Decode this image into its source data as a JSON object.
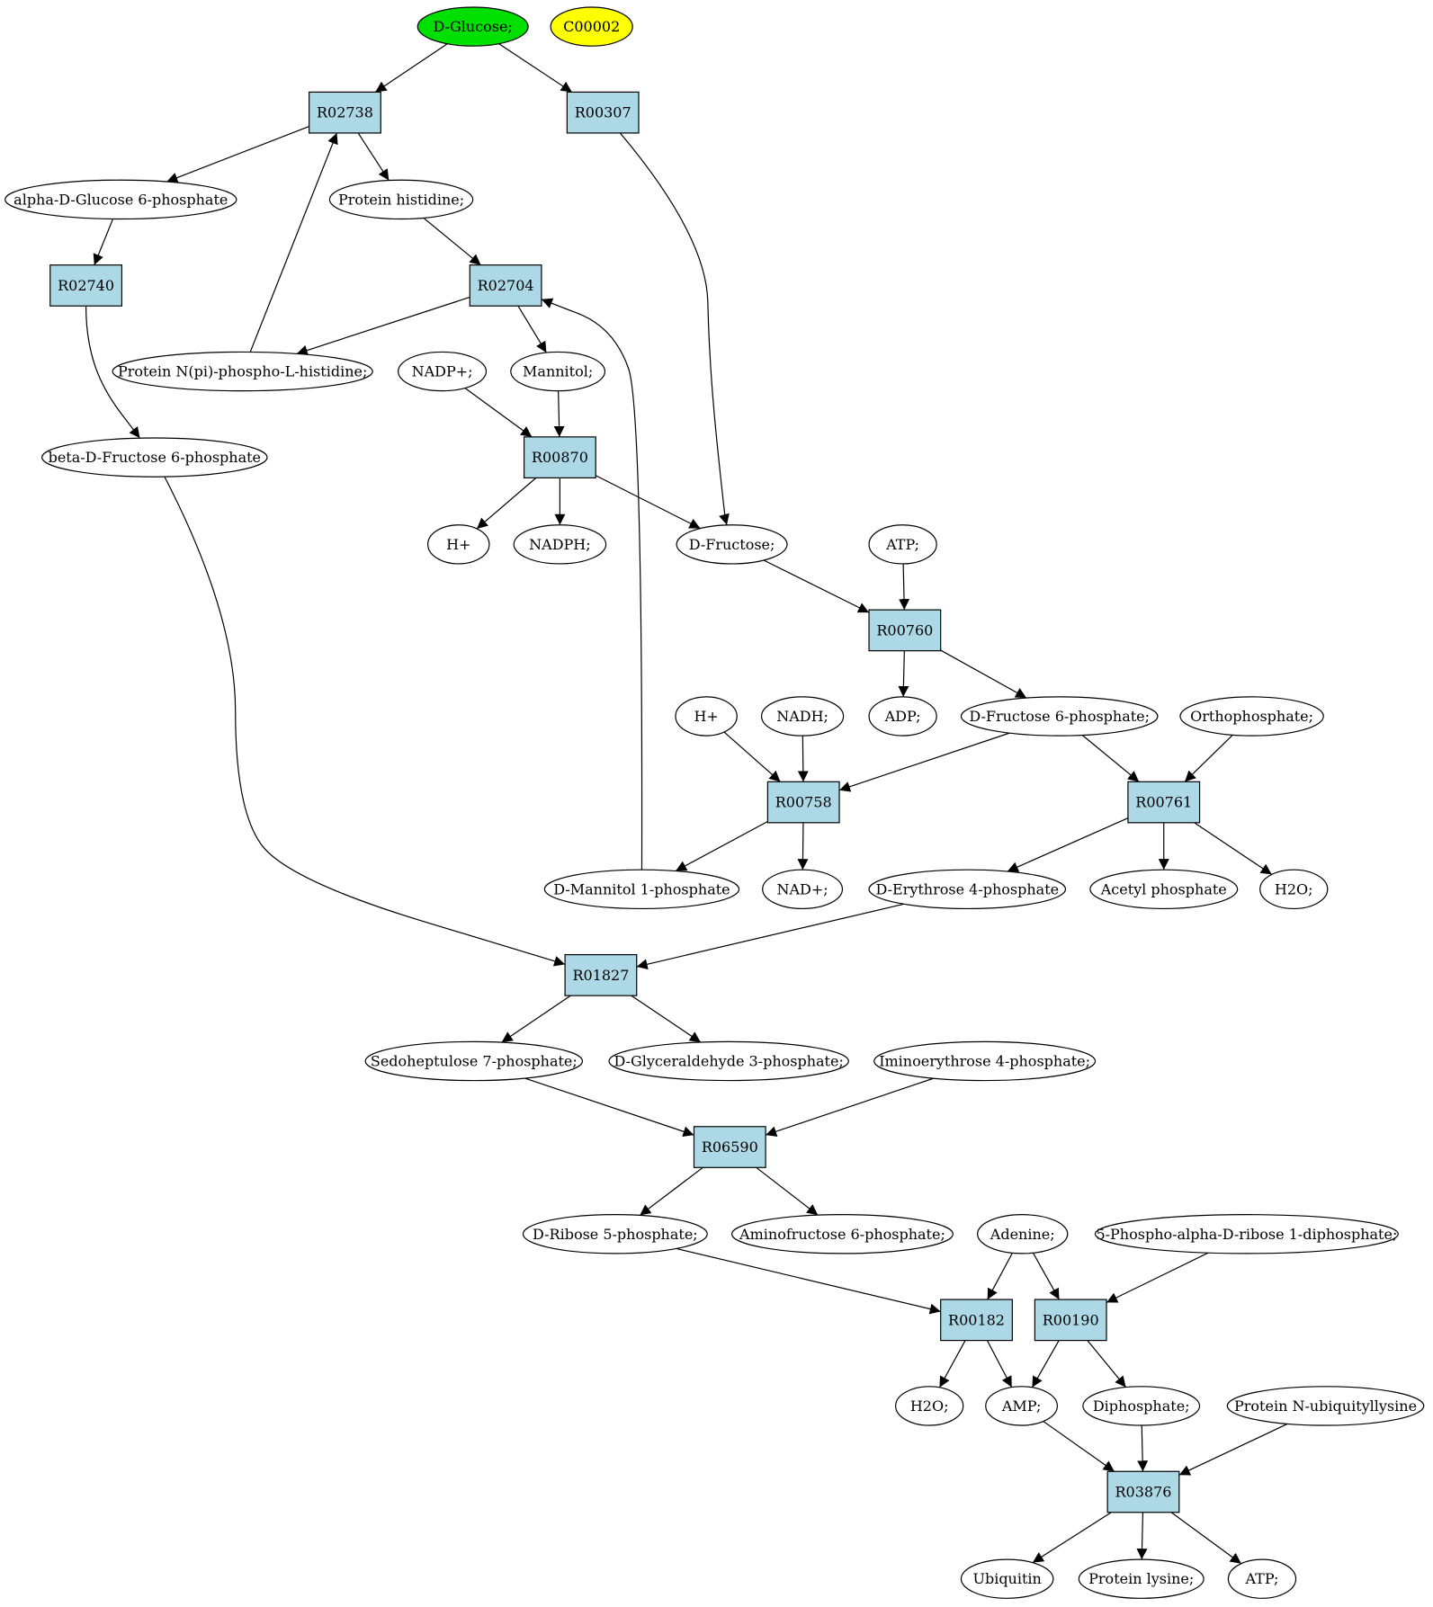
{
  "colors": {
    "background": "#ffffff",
    "reaction_fill": "#add8e6",
    "compound_fill": "#ffffff",
    "start_fill": "#00e000",
    "highlight_fill": "#ffff00",
    "stroke": "#000000"
  },
  "compounds": [
    {
      "id": "glc",
      "label": "D-Glucose;",
      "fill": "start"
    },
    {
      "id": "c2",
      "label": "C00002",
      "fill": "highlight"
    },
    {
      "id": "ag6p",
      "label": "alpha-D-Glucose 6-phosphate"
    },
    {
      "id": "phis",
      "label": "Protein histidine;"
    },
    {
      "id": "pnhis",
      "label": "Protein N(pi)-phospho-L-histidine;"
    },
    {
      "id": "nadp",
      "label": "NADP+;"
    },
    {
      "id": "mann",
      "label": "Mannitol;"
    },
    {
      "id": "bf6p",
      "label": "beta-D-Fructose 6-phosphate"
    },
    {
      "id": "h1",
      "label": "H+"
    },
    {
      "id": "nadph",
      "label": "NADPH;"
    },
    {
      "id": "fru",
      "label": "D-Fructose;"
    },
    {
      "id": "atp1",
      "label": "ATP;"
    },
    {
      "id": "h2",
      "label": "H+"
    },
    {
      "id": "nadh",
      "label": "NADH;"
    },
    {
      "id": "adp",
      "label": "ADP;"
    },
    {
      "id": "f6p",
      "label": "D-Fructose 6-phosphate;"
    },
    {
      "id": "pi",
      "label": "Orthophosphate;"
    },
    {
      "id": "m1p",
      "label": "D-Mannitol 1-phosphate"
    },
    {
      "id": "nad",
      "label": "NAD+;"
    },
    {
      "id": "e4p",
      "label": "D-Erythrose 4-phosphate"
    },
    {
      "id": "acp",
      "label": "Acetyl phosphate"
    },
    {
      "id": "h2o1",
      "label": "H2O;"
    },
    {
      "id": "s7p",
      "label": "Sedoheptulose 7-phosphate;"
    },
    {
      "id": "g3p",
      "label": "D-Glyceraldehyde 3-phosphate;"
    },
    {
      "id": "ie4p",
      "label": "Iminoerythrose 4-phosphate;"
    },
    {
      "id": "r5p",
      "label": "D-Ribose 5-phosphate;"
    },
    {
      "id": "af6p",
      "label": "Aminofructose 6-phosphate;"
    },
    {
      "id": "ade",
      "label": "Adenine;"
    },
    {
      "id": "prpp",
      "label": "5-Phospho-alpha-D-ribose 1-diphosphate;"
    },
    {
      "id": "h2o2",
      "label": "H2O;"
    },
    {
      "id": "amp",
      "label": "AMP;"
    },
    {
      "id": "ppi",
      "label": "Diphosphate;"
    },
    {
      "id": "pub",
      "label": "Protein N-ubiquityllysine"
    },
    {
      "id": "ub",
      "label": "Ubiquitin"
    },
    {
      "id": "plys",
      "label": "Protein lysine;"
    },
    {
      "id": "atp2",
      "label": "ATP;"
    }
  ],
  "reactions": [
    {
      "id": "R02738",
      "label": "R02738"
    },
    {
      "id": "R00307",
      "label": "R00307"
    },
    {
      "id": "R02740",
      "label": "R02740"
    },
    {
      "id": "R02704",
      "label": "R02704"
    },
    {
      "id": "R00870",
      "label": "R00870"
    },
    {
      "id": "R00760",
      "label": "R00760"
    },
    {
      "id": "R00758",
      "label": "R00758"
    },
    {
      "id": "R00761",
      "label": "R00761"
    },
    {
      "id": "R01827",
      "label": "R01827"
    },
    {
      "id": "R06590",
      "label": "R06590"
    },
    {
      "id": "R00182",
      "label": "R00182"
    },
    {
      "id": "R00190",
      "label": "R00190"
    },
    {
      "id": "R03876",
      "label": "R03876"
    }
  ],
  "edges": [
    [
      "glc",
      "R02738"
    ],
    [
      "glc",
      "R00307"
    ],
    [
      "R02738",
      "ag6p"
    ],
    [
      "R02738",
      "phis"
    ],
    [
      "pnhis",
      "R02738"
    ],
    [
      "ag6p",
      "R02740"
    ],
    [
      "R02740",
      "bf6p"
    ],
    [
      "phis",
      "R02704"
    ],
    [
      "R02704",
      "pnhis"
    ],
    [
      "R02704",
      "mann"
    ],
    [
      "m1p",
      "R02704"
    ],
    [
      "nadp",
      "R00870"
    ],
    [
      "mann",
      "R00870"
    ],
    [
      "R00870",
      "h1"
    ],
    [
      "R00870",
      "nadph"
    ],
    [
      "R00870",
      "fru"
    ],
    [
      "R00307",
      "fru"
    ],
    [
      "fru",
      "R00760"
    ],
    [
      "atp1",
      "R00760"
    ],
    [
      "R00760",
      "adp"
    ],
    [
      "R00760",
      "f6p"
    ],
    [
      "h2",
      "R00758"
    ],
    [
      "nadh",
      "R00758"
    ],
    [
      "f6p",
      "R00758"
    ],
    [
      "R00758",
      "m1p"
    ],
    [
      "R00758",
      "nad"
    ],
    [
      "f6p",
      "R00761"
    ],
    [
      "pi",
      "R00761"
    ],
    [
      "R00761",
      "e4p"
    ],
    [
      "R00761",
      "acp"
    ],
    [
      "R00761",
      "h2o1"
    ],
    [
      "bf6p",
      "R01827"
    ],
    [
      "e4p",
      "R01827"
    ],
    [
      "R01827",
      "s7p"
    ],
    [
      "R01827",
      "g3p"
    ],
    [
      "s7p",
      "R06590"
    ],
    [
      "ie4p",
      "R06590"
    ],
    [
      "R06590",
      "r5p"
    ],
    [
      "R06590",
      "af6p"
    ],
    [
      "r5p",
      "R00182"
    ],
    [
      "ade",
      "R00182"
    ],
    [
      "R00182",
      "h2o2"
    ],
    [
      "R00182",
      "amp"
    ],
    [
      "ade",
      "R00190"
    ],
    [
      "prpp",
      "R00190"
    ],
    [
      "R00190",
      "amp"
    ],
    [
      "R00190",
      "ppi"
    ],
    [
      "amp",
      "R03876"
    ],
    [
      "ppi",
      "R03876"
    ],
    [
      "pub",
      "R03876"
    ],
    [
      "R03876",
      "ub"
    ],
    [
      "R03876",
      "plys"
    ],
    [
      "R03876",
      "atp2"
    ]
  ]
}
